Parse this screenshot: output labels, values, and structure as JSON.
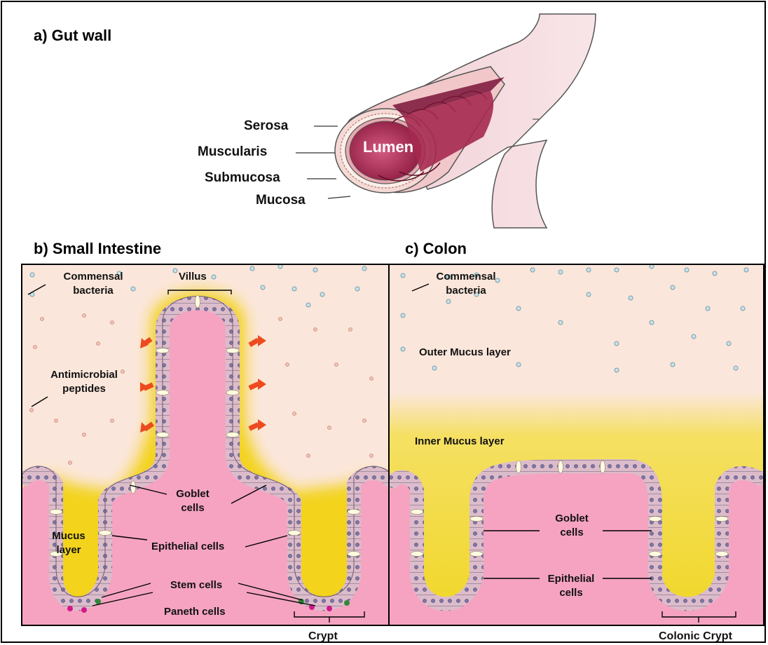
{
  "panel_a": {
    "title": "a) Gut wall",
    "layers": [
      "Serosa",
      "Muscularis",
      "Submucosa",
      "Mucosa"
    ],
    "lumen": "Lumen"
  },
  "panel_b": {
    "title": "b) Small Intestine",
    "commensal": "Commensal bacteria",
    "villus": "Villus",
    "amp": "Antimicrobial peptides",
    "mucus": "Mucus layer",
    "goblet": "Goblet cells",
    "epithelial": "Epithelial cells",
    "stem": "Stem cells",
    "paneth": "Paneth cells",
    "crypt": "Crypt"
  },
  "panel_c": {
    "title": "c) Colon",
    "commensal": "Commensal bacteria",
    "outer_mucus": "Outer Mucus layer",
    "inner_mucus": "Inner Mucus layer",
    "goblet": "Goblet cells",
    "epithelial": "Epithelial cells",
    "crypt": "Colonic Crypt"
  },
  "colors": {
    "lumen_bg": "#fbe6db",
    "tissue": "#f5a3c1",
    "mucus": "#f3d31c",
    "epithelium": "#d8b8c8",
    "arrow": "#ee4a1f",
    "gut_muscle": "#a3244c"
  }
}
